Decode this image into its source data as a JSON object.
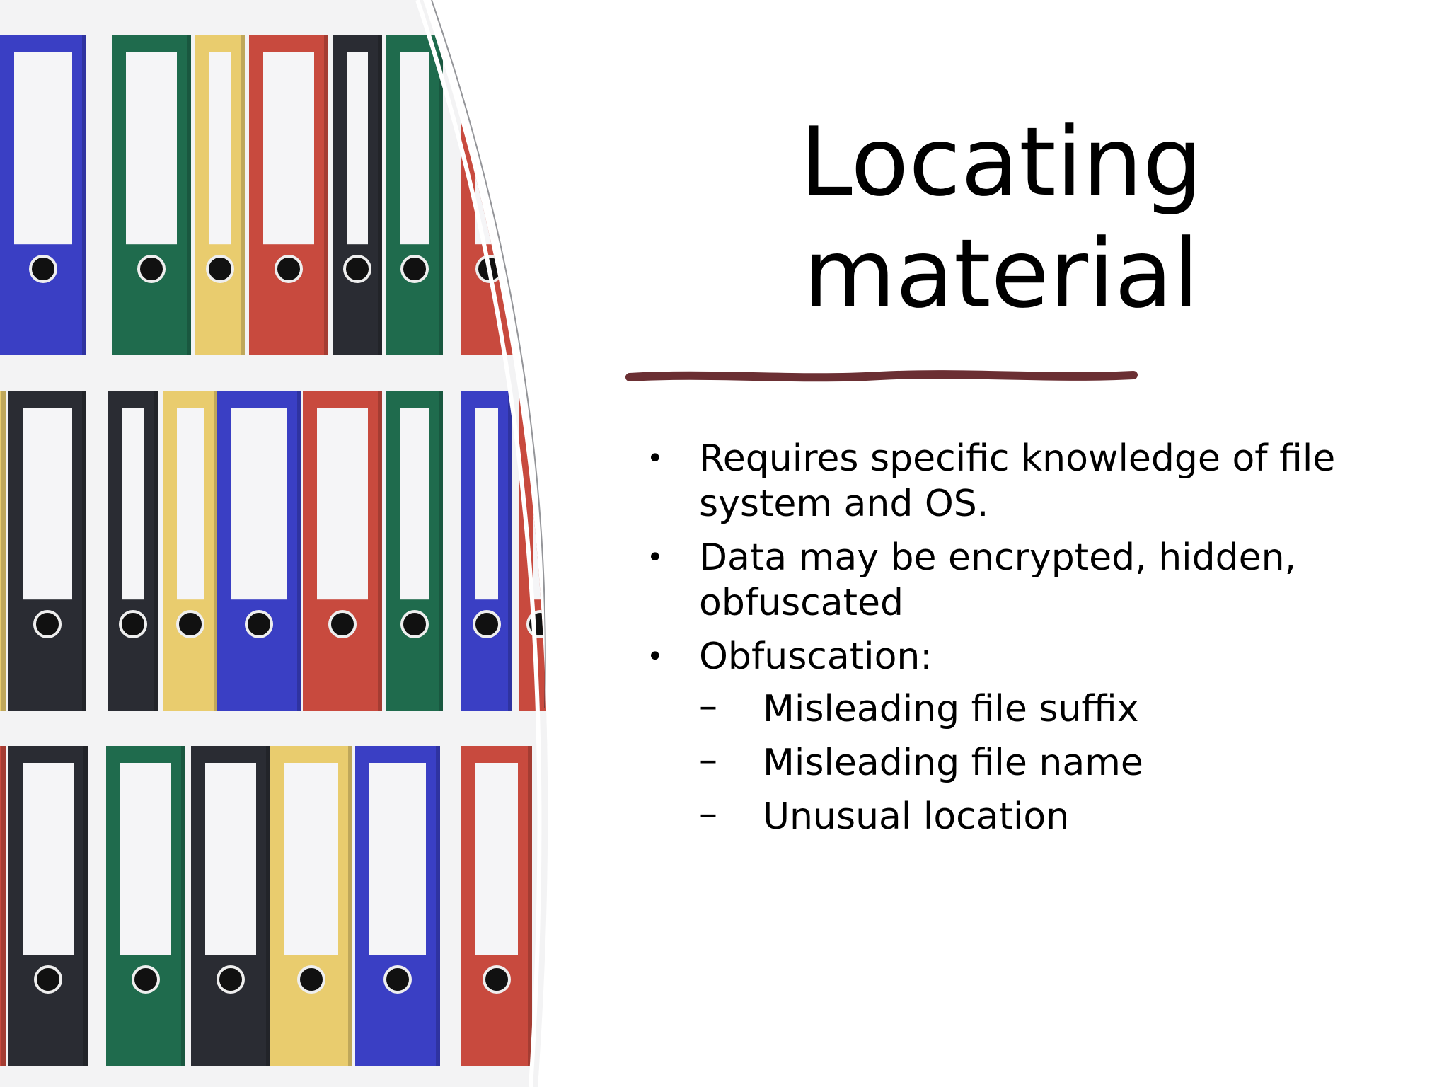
{
  "slide": {
    "title": "Locating\nmaterial",
    "bullets": [
      {
        "text": "Requires specific knowledge of file system and OS."
      },
      {
        "text": "Data may be encrypted, hidden, obfuscated"
      },
      {
        "text": "Obfuscation:",
        "sub": [
          "Misleading file suffix",
          "Misleading file name",
          "Unusual location"
        ]
      }
    ],
    "bullet_symbol": "•",
    "sub_bullet_symbol": "–"
  },
  "colors": {
    "divider": "#6b2f33",
    "binder_blue": "#3a3fc4",
    "binder_green": "#1f6b4d",
    "binder_yellow": "#e9cc6e",
    "binder_red": "#c84a3e",
    "binder_black": "#2a2c33",
    "shelf": "#f3f3f4"
  },
  "image": {
    "subject": "shelves of colored ring binders"
  }
}
